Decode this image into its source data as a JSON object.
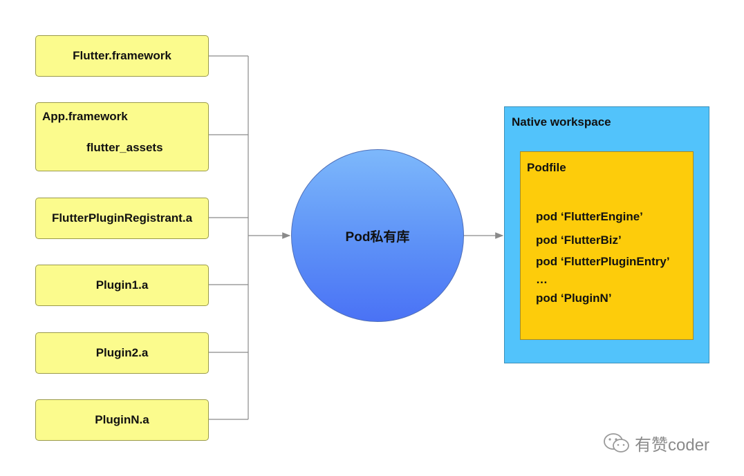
{
  "left_boxes": [
    {
      "label": "Flutter.framework"
    },
    {
      "label": "App.framework",
      "child": "flutter_assets"
    },
    {
      "label": "FlutterPluginRegistrant.a"
    },
    {
      "label": "Plugin1.a"
    },
    {
      "label": "Plugin2.a"
    },
    {
      "label": "PluginN.a"
    }
  ],
  "center": {
    "label": "Pod私有库"
  },
  "native_workspace": {
    "title": "Native workspace",
    "podfile": {
      "title": "Podfile",
      "lines": [
        "pod ‘FlutterEngine’",
        "pod ‘FlutterBiz’",
        "pod ‘FlutterPluginEntry’",
        "…",
        "pod ‘PluginN’"
      ]
    }
  },
  "watermark": {
    "text": "有赞coder",
    "icon": "wechat-icon"
  },
  "colors": {
    "box_fill": "#fbfb8d",
    "circle_top": "#7db8fb",
    "circle_bottom": "#4a72f5",
    "workspace": "#52c3fb",
    "podfile": "#fdcc0b",
    "connector": "#8a8a8a"
  }
}
